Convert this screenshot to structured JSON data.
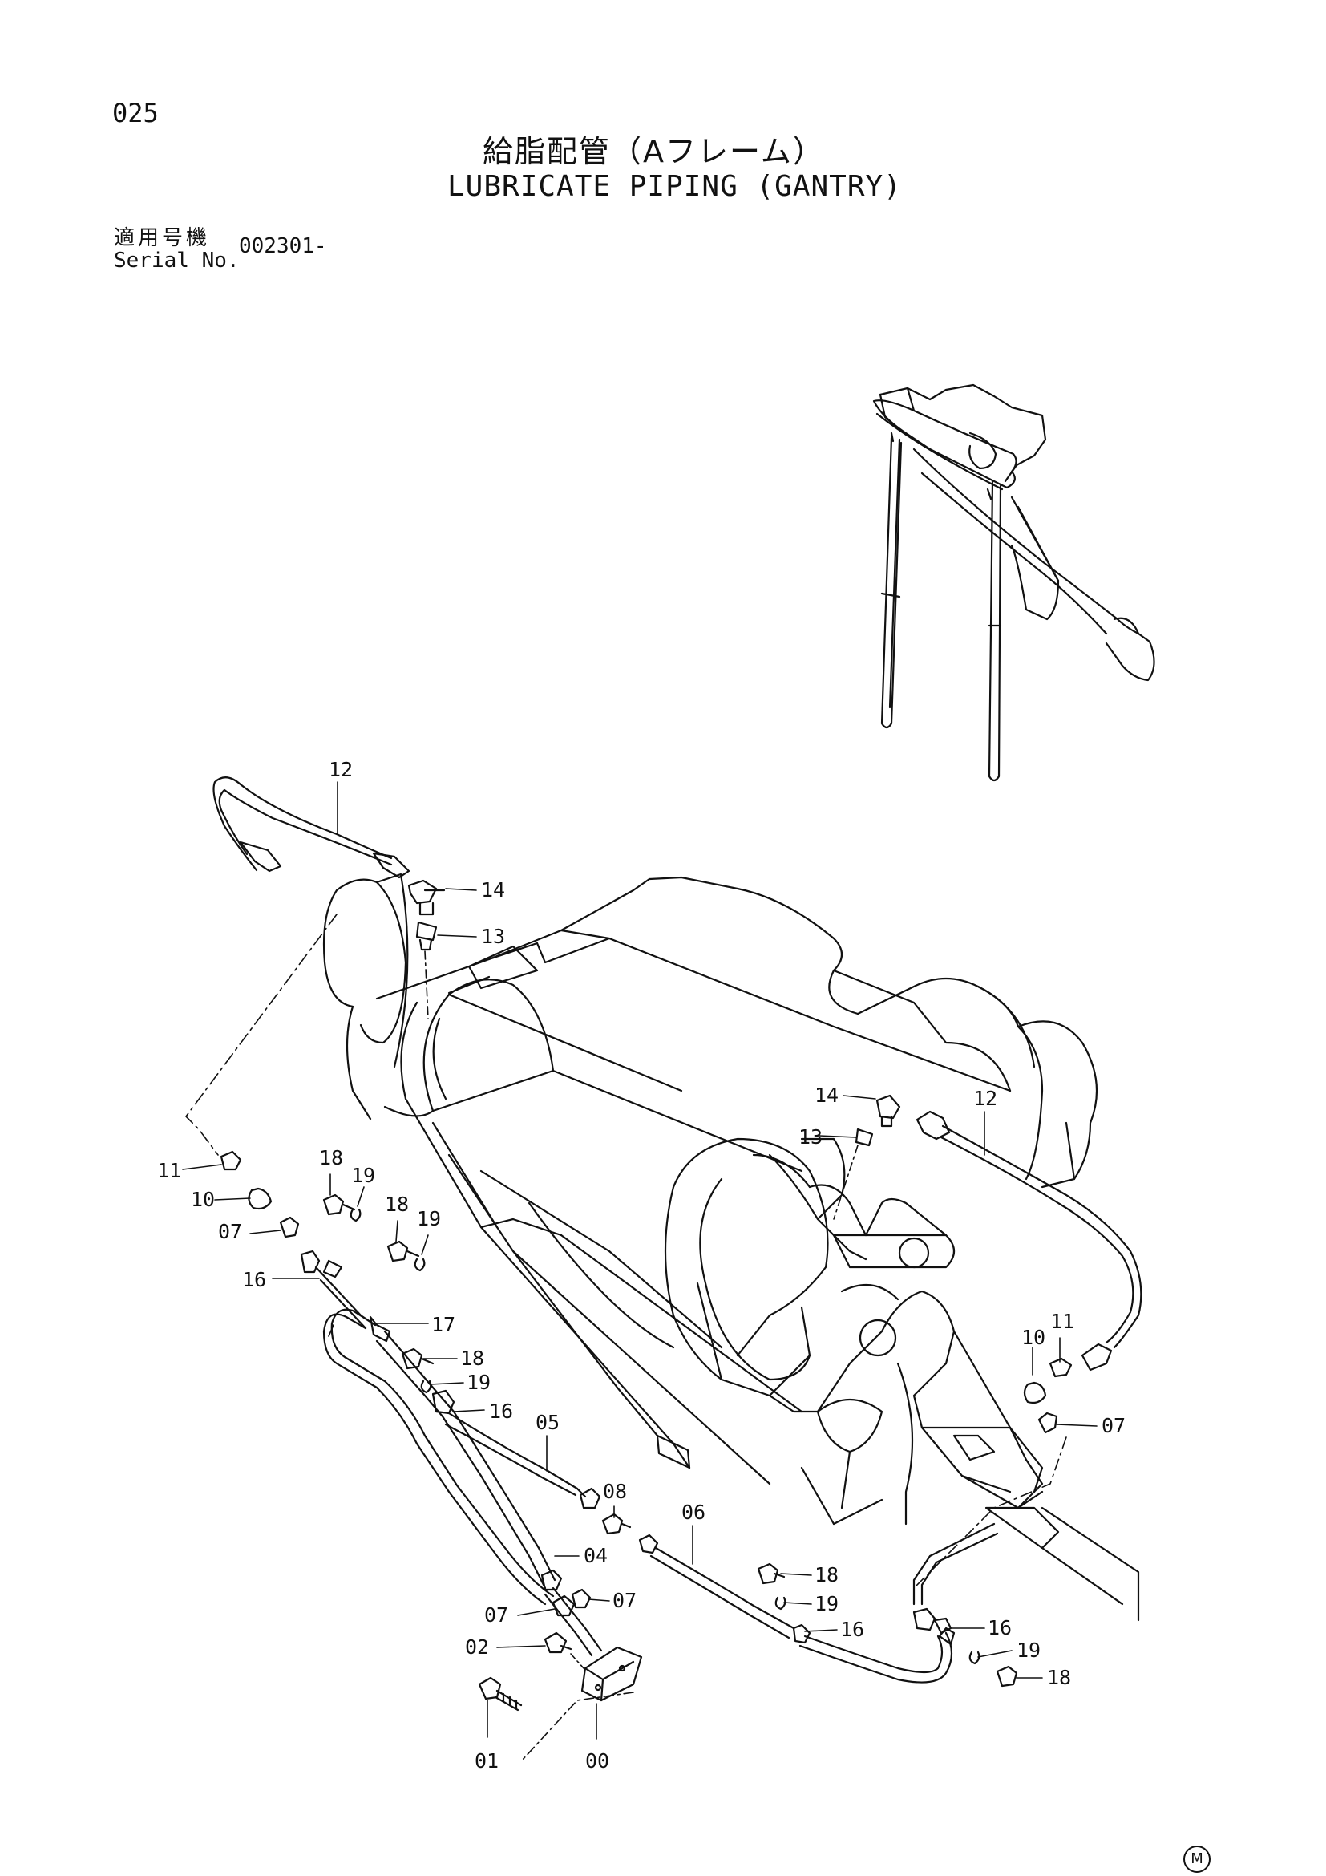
{
  "page_number": "025",
  "title_jp": "給脂配管（Aフレーム）",
  "title_en": "LUBRICATE PIPING (GANTRY)",
  "serial": {
    "label_jp": "適用号機",
    "label_en": "Serial No.",
    "value": "002301-"
  },
  "part_callouts": [
    "12",
    "14",
    "13",
    "11",
    "10",
    "07",
    "18",
    "19",
    "18",
    "19",
    "16",
    "17",
    "18",
    "19",
    "16",
    "05",
    "08",
    "06",
    "04",
    "07",
    "07",
    "02",
    "01",
    "00",
    "18",
    "19",
    "16",
    "16",
    "19",
    "18",
    "14",
    "13",
    "12",
    "11",
    "10",
    "07"
  ],
  "corner_mark": "M"
}
